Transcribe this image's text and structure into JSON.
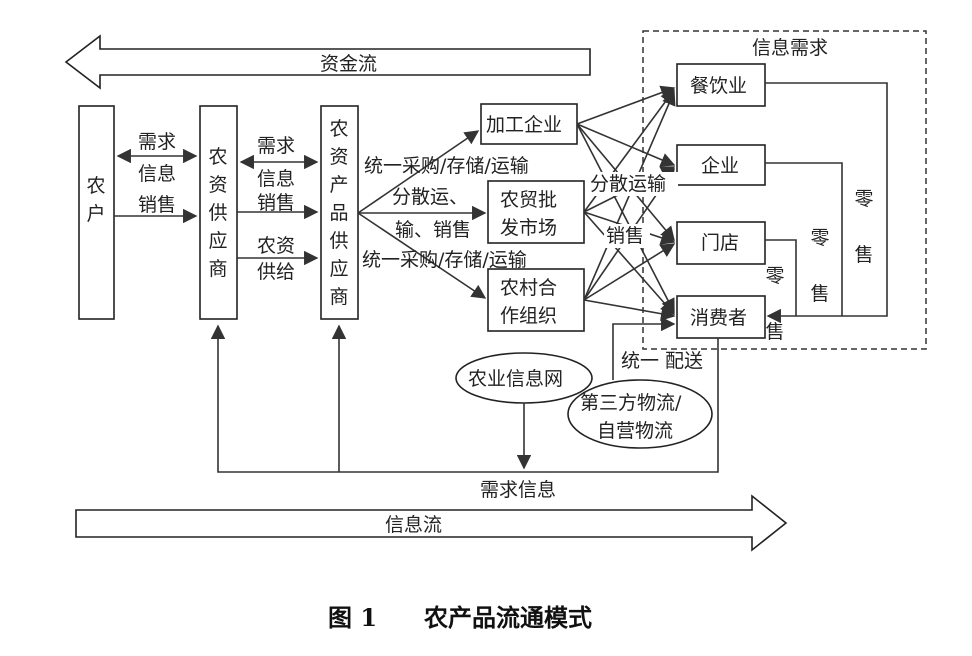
{
  "caption": {
    "num": "图 1",
    "title": "农产品流通模式"
  },
  "flows": {
    "capital": "资金流",
    "info": "信息流",
    "demand_info": "需求信息"
  },
  "nodes": {
    "farmer": "农户",
    "input_supplier": "农资供应商",
    "agri_product_supplier": "农资产品供应商",
    "processing": "加工企业",
    "wholesale": "农贸批发市场",
    "coop": "农村合作组织",
    "catering": "餐饮业",
    "enterprise": "企业",
    "store": "门店",
    "consumer": "消费者"
  },
  "ellipses": {
    "info_net": "农业信息网",
    "logistics": "第三方物流/自营物流"
  },
  "region": {
    "title": "信息需求"
  },
  "labels": {
    "farmer_supplier": {
      "demand": "需求",
      "info": "信息",
      "sales": "销售"
    },
    "supplier_product": {
      "demand": "需求",
      "info": "信息",
      "sales": "销售",
      "supply": "农资",
      "supply2": "供给"
    },
    "unified_top": "统一采购/存储/运输",
    "dispersed1": "分散运、",
    "dispersed2": "输、销售",
    "unified_bottom": "统一采购/存储/运输",
    "dispersed_right1": "分散运输",
    "dispersed_right2": "销售",
    "retail": "零 售",
    "delivery": "统一 配送"
  }
}
